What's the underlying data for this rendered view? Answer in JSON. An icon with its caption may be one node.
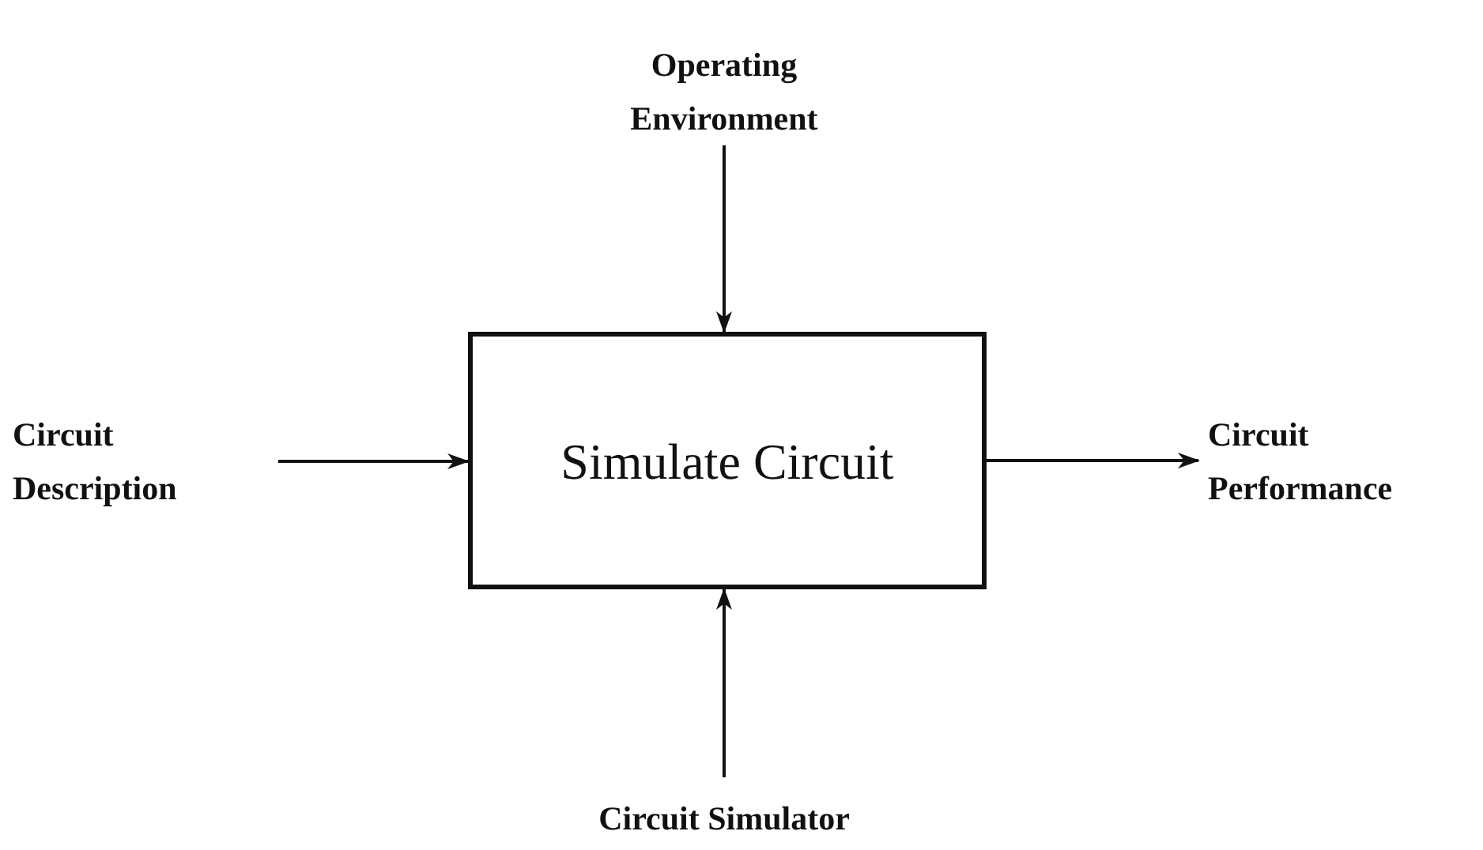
{
  "diagram": {
    "nodes": [
      {
        "text": [
          "Operating Environment"
        ]
      },
      {
        "text": [
          "Circuit Description"
        ]
      },
      {
        "text": [
          "Simulate Circuit"
        ]
      },
      {
        "text": [
          "Circuit Performance"
        ]
      },
      {
        "text": [
          "Circuit Simulator"
        ]
      }
    ],
    "edges": [
      {
        "from": 0,
        "to": 2,
        "arrow": "to"
      },
      {
        "from": 1,
        "to": 2,
        "arrow": "to"
      },
      {
        "from": 2,
        "to": 3,
        "arrow": "to"
      },
      {
        "from": 4,
        "to": 2,
        "arrow": "to"
      }
    ]
  }
}
